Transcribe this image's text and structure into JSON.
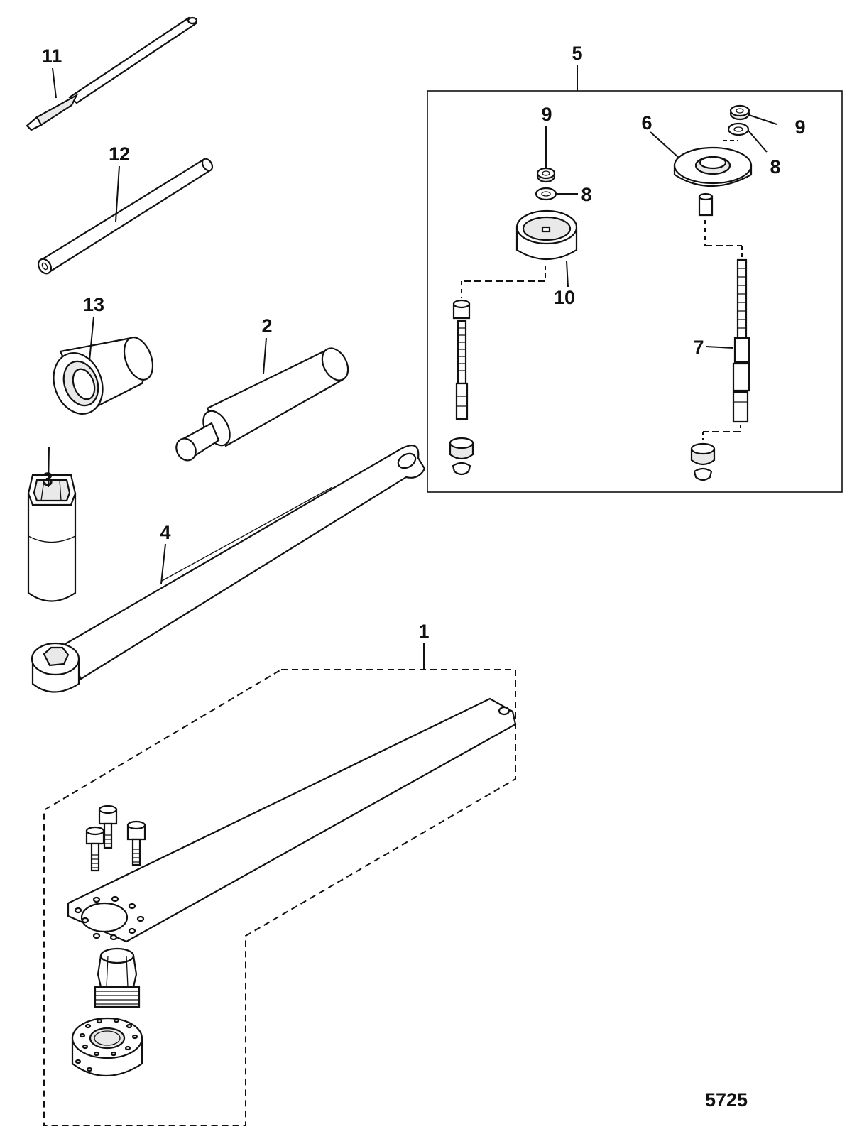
{
  "diagram": {
    "callouts": {
      "c1": "1",
      "c2": "2",
      "c3": "3",
      "c4": "4",
      "c5": "5",
      "c6": "6",
      "c7": "7",
      "c8a": "8",
      "c8b": "8",
      "c9a": "9",
      "c9b": "9",
      "c10": "10",
      "c11": "11",
      "c12": "12",
      "c13": "13"
    },
    "figure_code": "5725"
  }
}
